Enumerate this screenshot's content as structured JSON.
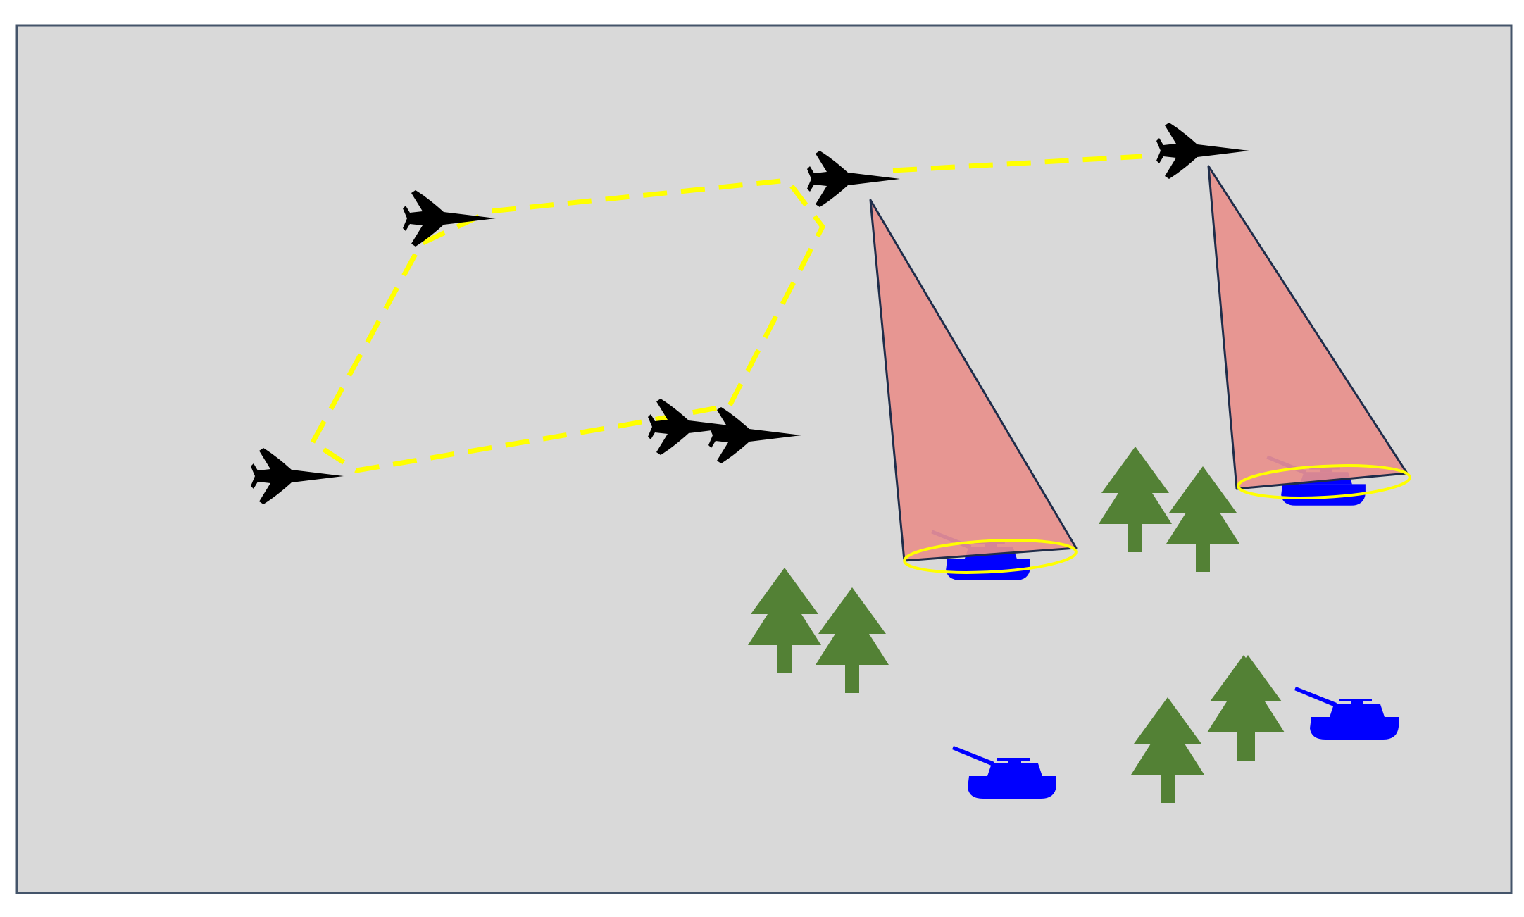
{
  "diagram": {
    "background_color": "#d9d9d9",
    "border_color": "#44546a",
    "flight_path_color": "#ffff00",
    "aircraft_color": "#000000",
    "sensor_cone_color": "#e8908c",
    "sensor_cone_edge_color": "#1f2d4a",
    "footprint_ring_color": "#ffff00",
    "tank_color": "#0000ff",
    "tree_color": "#538135",
    "aircraft_icon": "fighter-jet-icon",
    "tank_icon": "tank-icon",
    "tree_icon": "tree-icon",
    "aircraft_count": 6,
    "tank_count": 4,
    "tree_count": 7,
    "sensor_cone_count": 2
  }
}
